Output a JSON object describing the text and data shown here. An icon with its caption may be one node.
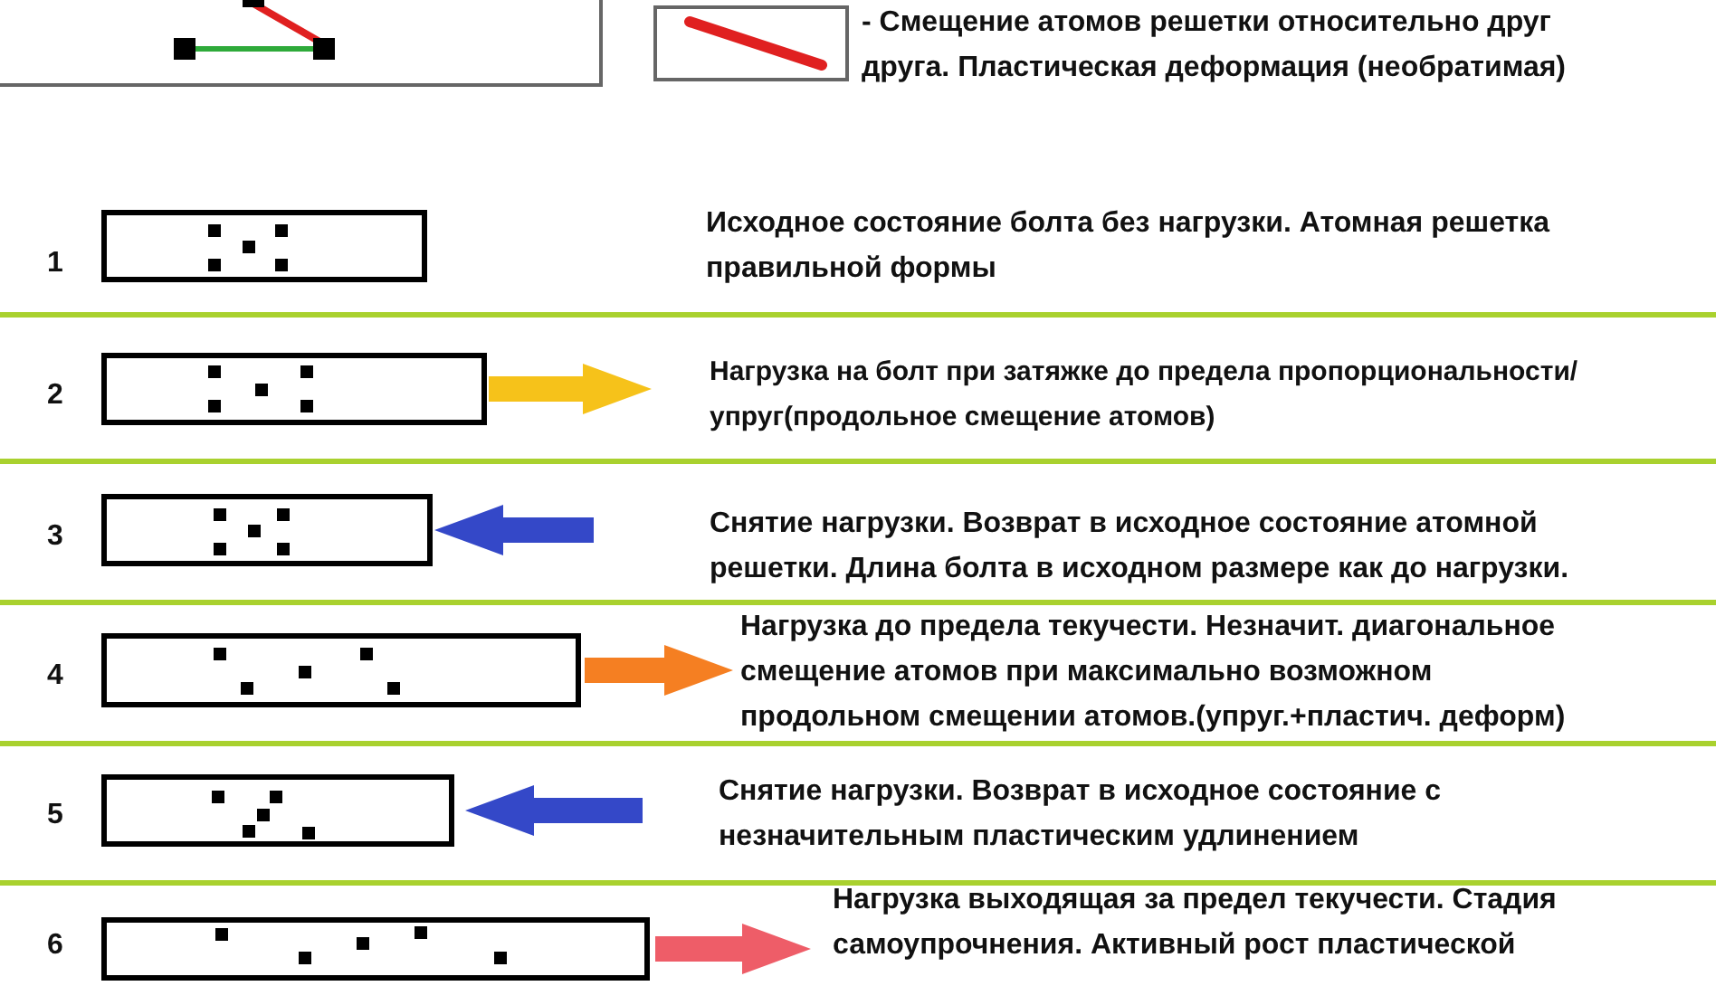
{
  "diagram": {
    "nodes": [
      {
        "text": [],
        "shape": "bar"
      },
      {
        "text": [],
        "shape": "bar"
      },
      {
        "text": [],
        "shape": "bar"
      },
      {
        "text": [],
        "shape": "bar"
      },
      {
        "text": [],
        "shape": "bar"
      },
      {
        "text": [],
        "shape": "bar"
      }
    ],
    "labels": [
      "1",
      "Исходное состояние болта без нагрузки. Атомная решетка правильной формы",
      "2",
      "Нагрузка на болт при затяжке до предела пропорциональности/упруг(продольное смещение атомов)",
      "3",
      "Снятие нагрузки. Возврат в исходное состояние атомной решетки. Длина болта в исходном размере как до нагрузки.",
      "4",
      "Нагрузка до предела текучести. Незначит. диагональное смещение атомов при максимально возможном продольном смещении атомов.(упруг.+пластич. деформ)",
      "5",
      "Снятие нагрузки. Возврат в исходное состояние с незначительным пластическим удлинением",
      "6",
      "Нагрузка выходящая за предел текучести. Стадия самоупрочнения. Активный рост пластической"
    ],
    "legend": [
      {
        "text": "- Смещение атомов решетки относительно друг друга. Пластическая деформация (необратимая)"
      }
    ]
  }
}
